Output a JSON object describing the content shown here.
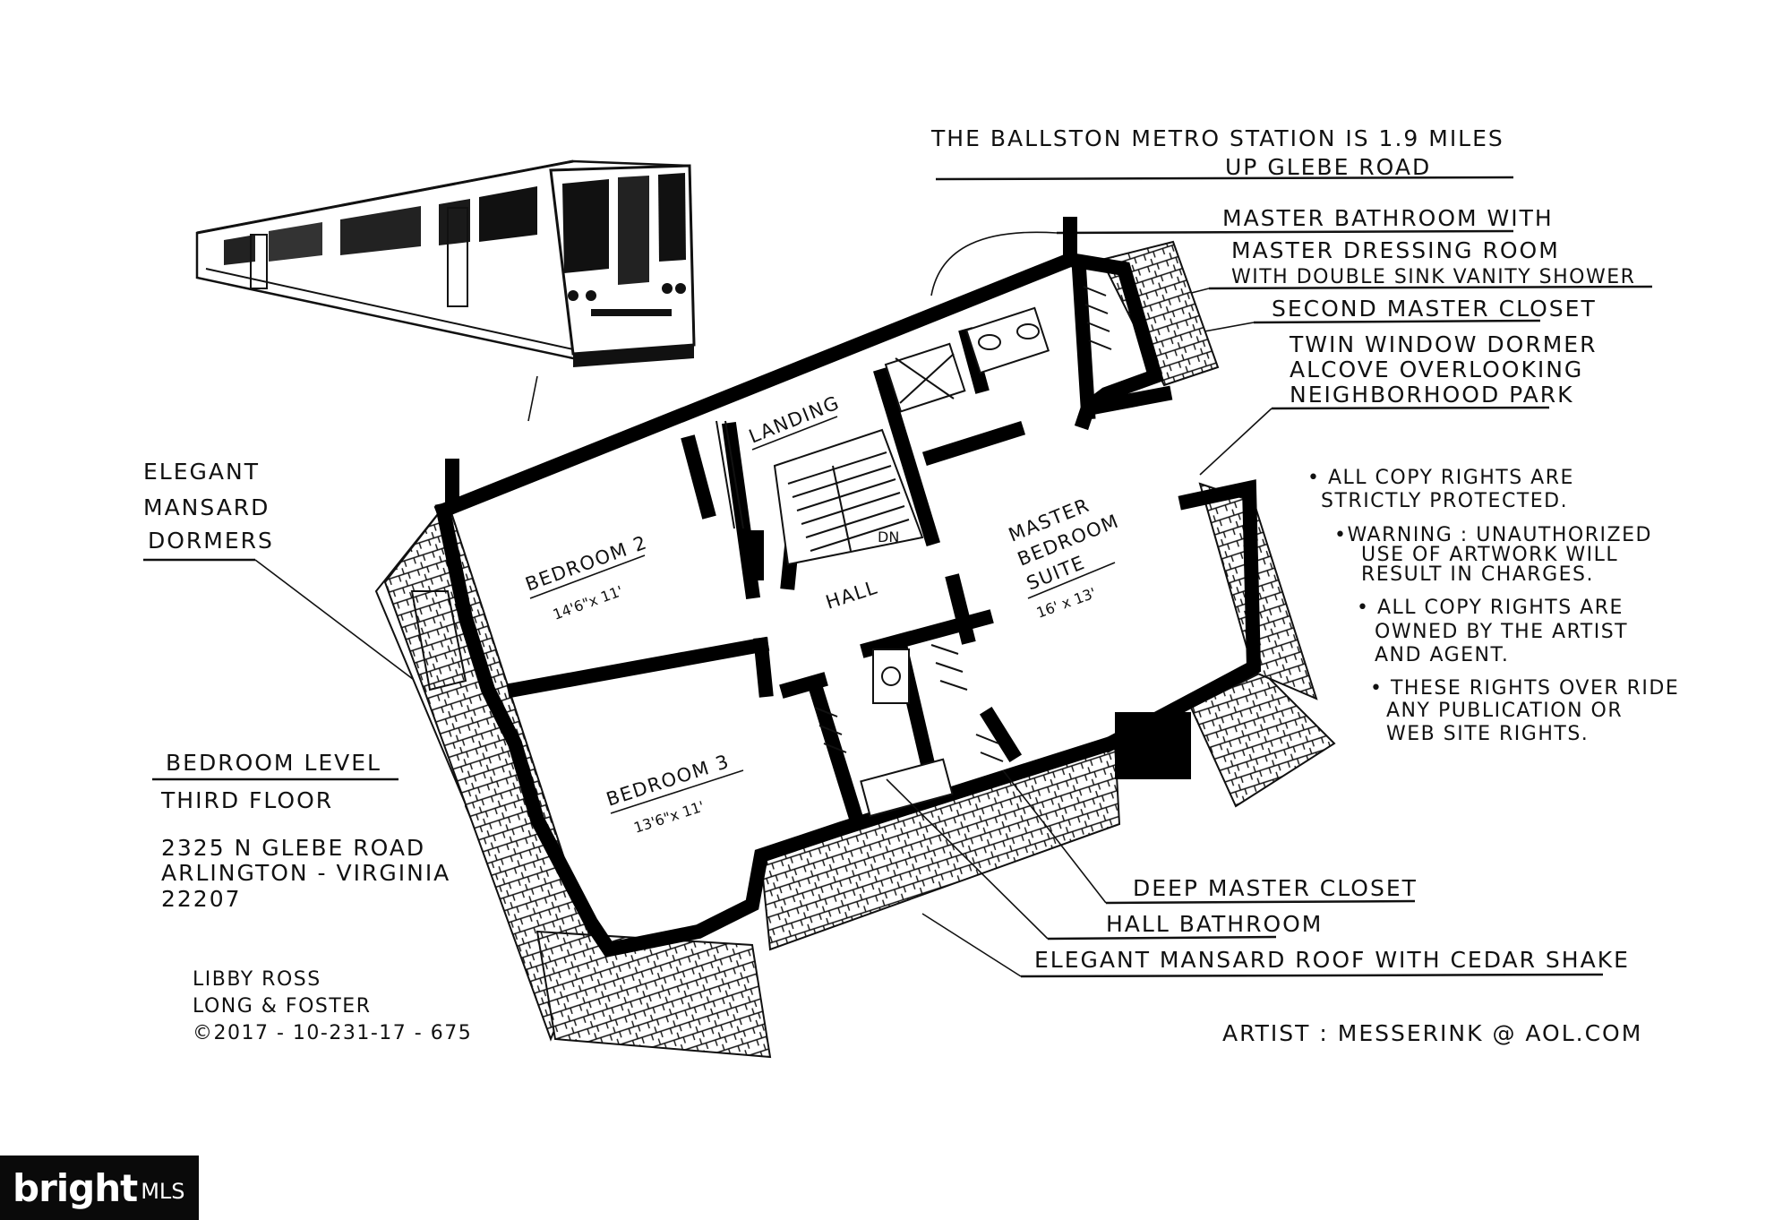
{
  "header_note": {
    "line1": "THE BALLSTON METRO STATION IS 1.9 MILES",
    "line2": "UP GLEBE ROAD"
  },
  "callouts_right_top": {
    "master_bath_1": "MASTER BATHROOM WITH",
    "master_bath_2": "MASTER DRESSING ROOM",
    "master_bath_3": "WITH DOUBLE SINK VANITY SHOWER",
    "second_closet": "SECOND MASTER CLOSET",
    "dormer_1": "TWIN WINDOW DORMER",
    "dormer_2": "ALCOVE OVERLOOKING",
    "dormer_3": "NEIGHBORHOOD PARK"
  },
  "callout_left": {
    "line1": "ELEGANT",
    "line2": "MANSARD",
    "line3": "DORMERS"
  },
  "rooms": {
    "landing": "LANDING",
    "bedroom2": "BEDROOM 2",
    "bedroom2_dim": "14'6\"x 11'",
    "hall": "HALL",
    "dn": "DN",
    "master1": "MASTER",
    "master2": "BEDROOM",
    "master3": "SUITE",
    "master_dim": "16' x 13'",
    "bedroom3": "BEDROOM 3",
    "bedroom3_dim": "13'6\"x 11'"
  },
  "copyright_notes": {
    "n1a": "• ALL COPY RIGHTS ARE",
    "n1b": "STRICTLY PROTECTED.",
    "n2a": "•WARNING : UNAUTHORIZED",
    "n2b": "USE OF ARTWORK WILL",
    "n2c": "RESULT IN CHARGES.",
    "n3a": "• ALL COPY RIGHTS ARE",
    "n3b": "OWNED BY THE ARTIST",
    "n3c": "AND AGENT.",
    "n4a": "• THESE RIGHTS OVER RIDE",
    "n4b": "ANY PUBLICATION OR",
    "n4c": "WEB SITE RIGHTS."
  },
  "level_info": {
    "level": "BEDROOM LEVEL",
    "floor": "THIRD FLOOR",
    "address1": "2325 N GLEBE ROAD",
    "address2": "ARLINGTON - VIRGINIA",
    "zip": "22207"
  },
  "callouts_bottom": {
    "deep_closet": "DEEP MASTER CLOSET",
    "hall_bath": "HALL BATHROOM",
    "roof": "ELEGANT MANSARD ROOF WITH CEDAR SHAKE"
  },
  "agent": {
    "name": "LIBBY ROSS",
    "company": "LONG & FOSTER",
    "code": "©2017 - 10-231-17 - 675"
  },
  "artist": "ARTIST : MESSERINK @ AOL.COM",
  "watermark": {
    "brand": "bright",
    "suffix": "MLS"
  }
}
